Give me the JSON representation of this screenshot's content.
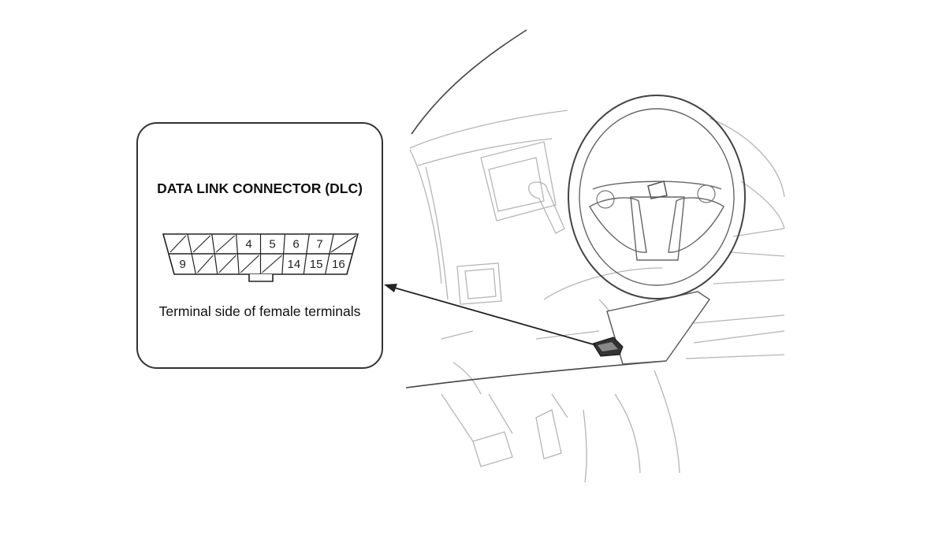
{
  "callout": {
    "title": "DATA LINK CONNECTOR (DLC)",
    "caption": "Terminal side of female terminals"
  },
  "connector": {
    "top_row": [
      {
        "label": "",
        "blank": true
      },
      {
        "label": "",
        "blank": true
      },
      {
        "label": "",
        "blank": true
      },
      {
        "label": "4",
        "blank": false
      },
      {
        "label": "5",
        "blank": false
      },
      {
        "label": "6",
        "blank": false
      },
      {
        "label": "7",
        "blank": false
      },
      {
        "label": "",
        "blank": true
      }
    ],
    "bottom_row": [
      {
        "label": "9",
        "blank": false
      },
      {
        "label": "",
        "blank": true
      },
      {
        "label": "",
        "blank": true
      },
      {
        "label": "",
        "blank": true
      },
      {
        "label": "",
        "blank": true
      },
      {
        "label": "14",
        "blank": false
      },
      {
        "label": "15",
        "blank": false
      },
      {
        "label": "16",
        "blank": false
      }
    ]
  },
  "colors": {
    "line": "#222222",
    "sketch": "#b0b0b0"
  }
}
